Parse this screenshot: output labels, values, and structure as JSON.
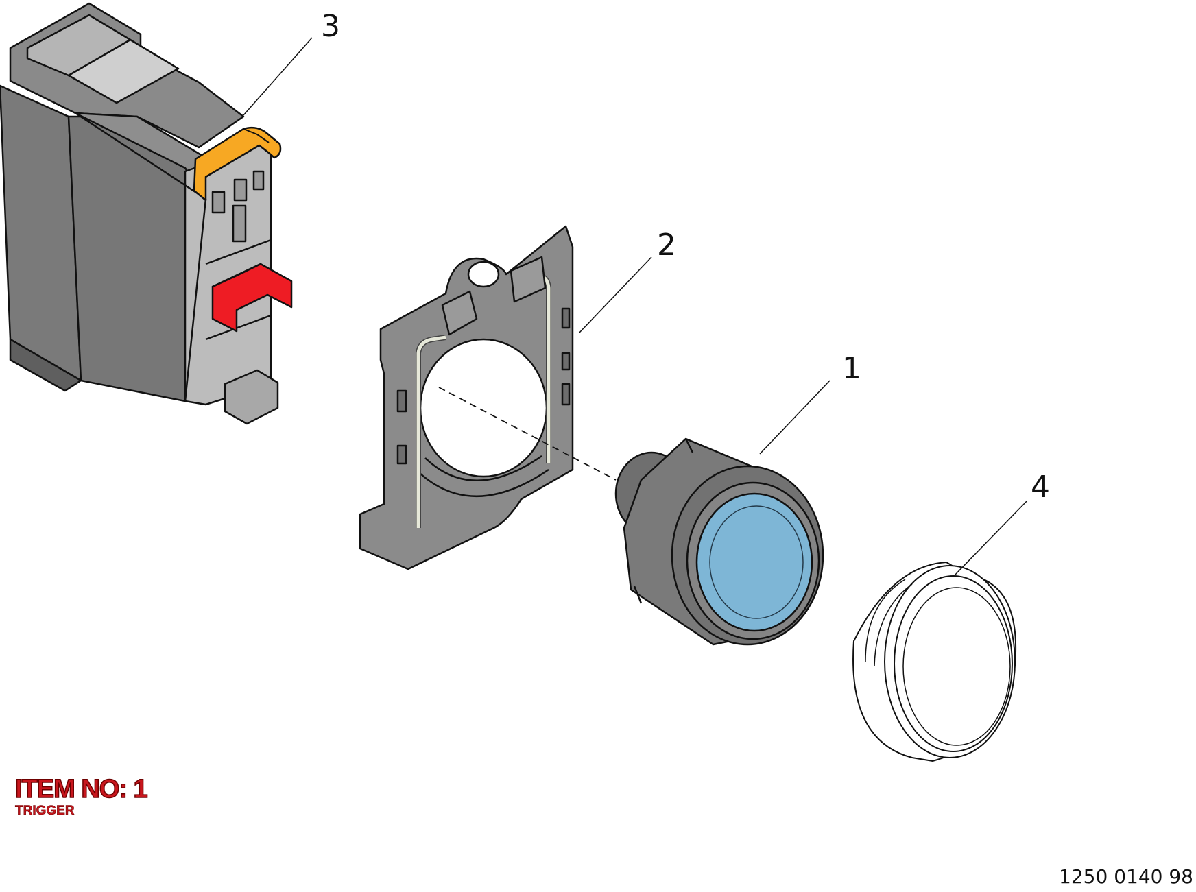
{
  "diagram": {
    "callouts": [
      {
        "id": "1",
        "label": "1"
      },
      {
        "id": "2",
        "label": "2"
      },
      {
        "id": "3",
        "label": "3"
      },
      {
        "id": "4",
        "label": "4"
      }
    ],
    "item_title": "ITEM NO: 1",
    "item_name": "TRIGGER",
    "reference_code": "1250 0140 98"
  },
  "colors": {
    "body_gray": "#8c8c8c",
    "dark_gray": "#6f6f6f",
    "light_gray": "#bdbdbd",
    "actuator_red": "#ee1c24",
    "clip_orange": "#f7a823",
    "lens_blue": "#7eb6d6",
    "title_red": "#c8161d"
  }
}
